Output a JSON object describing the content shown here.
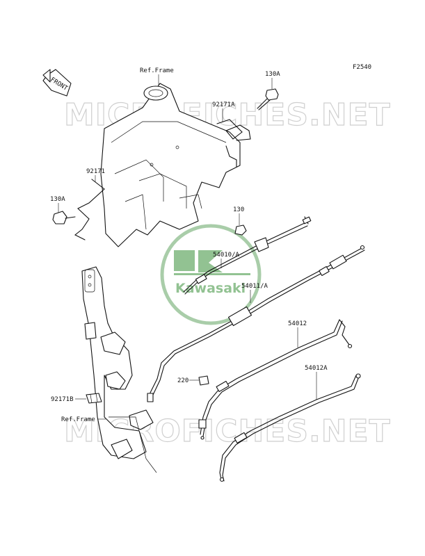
{
  "figure_code": "F2540",
  "front_arrow_text": "FRONT",
  "watermark_text": "MICROFICHES.NET",
  "logo": {
    "brand": "Kawasaki",
    "ring_color": "#9bc59b",
    "fill_color": "#7fb87f"
  },
  "labels": {
    "ref_frame_top": "Ref.Frame",
    "ref_frame_bottom": "Ref.Frame",
    "p130A_top": "130A",
    "p130A_left": "130A",
    "p92171A": "92171A",
    "p92171": "92171",
    "p130": "130",
    "p54010A": "54010/A",
    "p54011A": "54011/A",
    "p54012": "54012",
    "p54012A": "54012A",
    "p220": "220",
    "p92171B": "92171B"
  }
}
